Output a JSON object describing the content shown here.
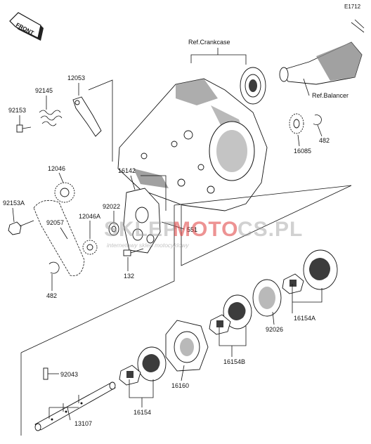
{
  "diagram_code": "E1712",
  "front_label": "FRONT",
  "watermark": {
    "brand_grey": "SKLEP",
    "brand_red": "MOTO",
    "brand_grey_tail": "CS.PL",
    "tagline": "internetowy sklep motocyklowy"
  },
  "references": {
    "crankcase": "Ref.Crankcase",
    "balancer": "Ref.Balancer"
  },
  "part_labels": {
    "p92153": "92153",
    "p92145": "92145",
    "p12053": "12053",
    "p12046": "12046",
    "p16142": "16142",
    "p92022": "92022",
    "p12046A": "12046A",
    "p92057": "92057",
    "p92153A": "92153A",
    "p482_left": "482",
    "p132": "132",
    "p551": "551",
    "p16085": "16085",
    "p482_right": "482",
    "p92026": "92026",
    "p16154A": "16154A",
    "p16154B": "16154B",
    "p16160": "16160",
    "p92043": "92043",
    "p16154": "16154",
    "p13107": "13107"
  },
  "colors": {
    "line": "#111111",
    "shade": "#3c3c3c",
    "watermark_red": "#e03b3b",
    "watermark_grey": "#9a9a9a"
  }
}
